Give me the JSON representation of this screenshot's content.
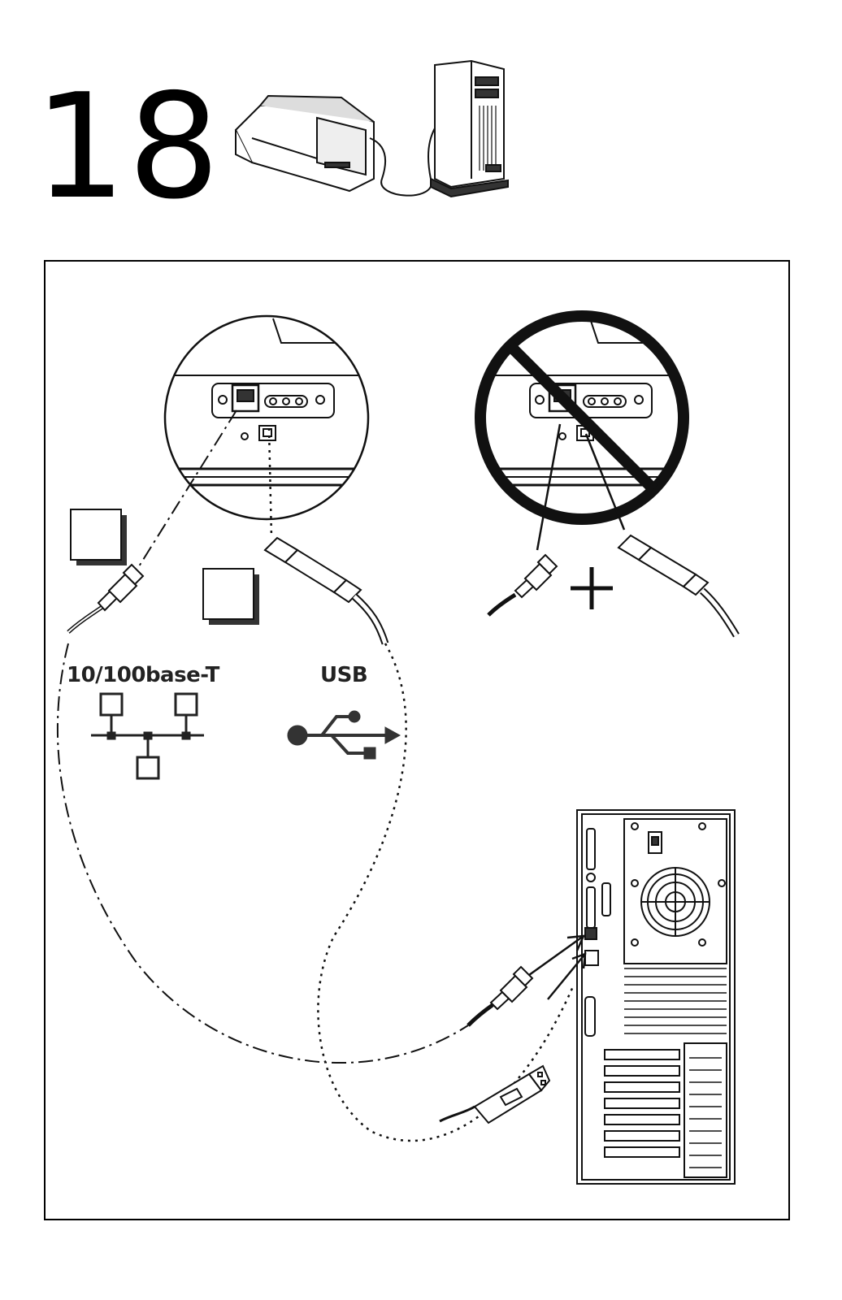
{
  "step": {
    "number": "18"
  },
  "labels": {
    "ethernet": "10/100base-T",
    "usb": "USB"
  },
  "icons": {
    "network_topology": "network-icon",
    "usb_symbol": "usb-icon",
    "prohibited": "prohibited-icon",
    "checkbox_ethernet": "checkbox-icon",
    "checkbox_usb": "checkbox-icon"
  },
  "colors": {
    "ink": "#111111",
    "shadow": "#333333",
    "paper": "#ffffff"
  }
}
